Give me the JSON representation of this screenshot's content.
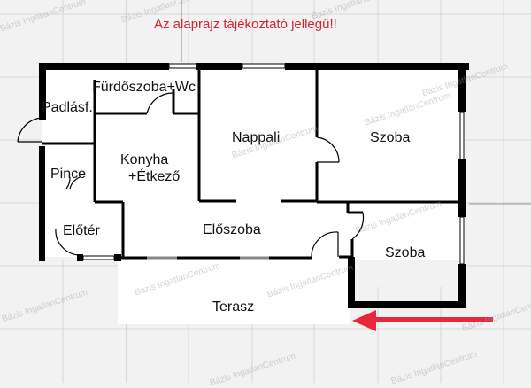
{
  "header": {
    "notice": "Az alaprajz tájékoztató jellegű!!"
  },
  "rooms": {
    "padlasf": "Padlásf.",
    "furdoszoba": "Fürdőszoba+Wc",
    "konyha_line1": "Konyha",
    "konyha_line2": "+Étkező",
    "pince": "Pince",
    "eloter": "Előtér",
    "nappali": "Nappali",
    "szoba1": "Szoba",
    "eloszoba": "Előszoba",
    "szoba2": "Szoba",
    "terasz": "Terasz"
  },
  "watermark": "Bázis IngatlanCentrum",
  "colors": {
    "notice": "#d4242f",
    "arrow": "#e8283a",
    "wall": "#000000",
    "background": "#f2f2f2",
    "grid": "#d6d6d6"
  },
  "arrow": {
    "icon": "arrow-left-icon",
    "points_to": "Szoba"
  }
}
